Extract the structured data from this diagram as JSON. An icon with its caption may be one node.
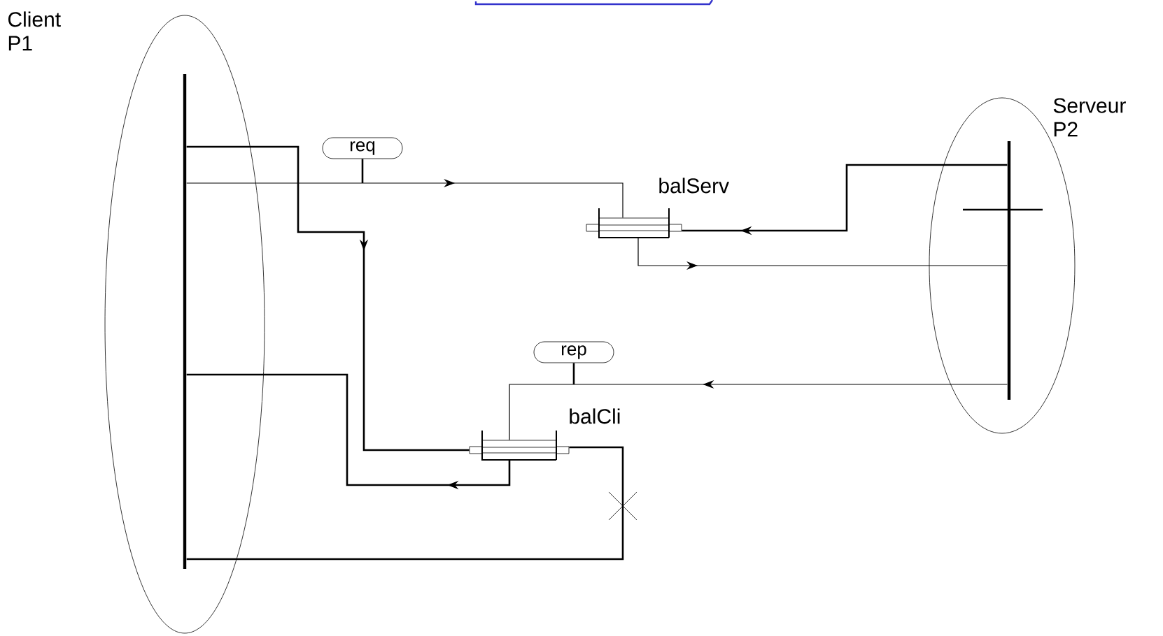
{
  "diagram": {
    "nodes": [
      {
        "text": [
          "Client P1"
        ]
      },
      {
        "text": [
          "Serveur P2"
        ]
      },
      {
        "text": [],
        "shape": "bar",
        "in": 0
      },
      {
        "text": [],
        "shape": "bar",
        "in": 1
      },
      {
        "text": [
          "req"
        ]
      },
      {
        "text": [
          "rep"
        ]
      },
      {
        "text": [
          "balServ"
        ]
      },
      {
        "text": [
          "balCli"
        ]
      }
    ],
    "edges": [
      {
        "from": 2,
        "to": 6,
        "arrow": "to"
      },
      {
        "from": 4,
        "to": null,
        "arrow": "none"
      },
      {
        "from": 3,
        "to": 6,
        "arrow": "to"
      },
      {
        "from": 6,
        "to": 3,
        "arrow": "to"
      },
      {
        "from": 2,
        "to": 7,
        "arrow": "to"
      },
      {
        "from": 3,
        "to": 7,
        "arrow": "to"
      },
      {
        "from": 5,
        "to": null,
        "arrow": "none"
      },
      {
        "from": 7,
        "to": 2,
        "arrow": "to"
      },
      {
        "from": 7,
        "to": 2,
        "arrow": "none"
      }
    ]
  }
}
